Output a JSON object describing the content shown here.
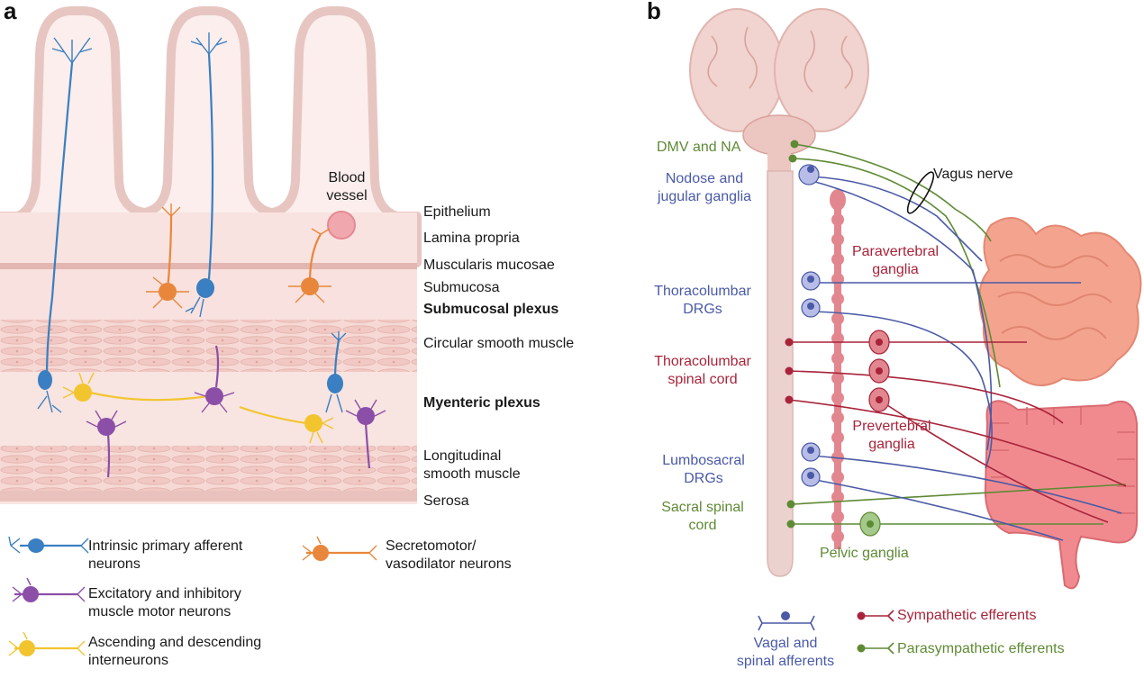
{
  "panels": {
    "a": "a",
    "b": "b"
  },
  "panel_a": {
    "blood_vessel": [
      "Blood",
      "vessel"
    ],
    "layers": {
      "epithelium": "Epithelium",
      "lamina_propria": "Lamina propria",
      "muscularis_mucosae": "Muscularis mucosae",
      "submucosa": "Submucosa",
      "submucosal_plexus": "Submucosal plexus",
      "circular_smooth_muscle": "Circular smooth muscle",
      "myenteric_plexus": "Myenteric plexus",
      "longitudinal_smooth_muscle": [
        "Longitudinal",
        "smooth muscle"
      ],
      "serosa": "Serosa"
    },
    "legend": {
      "ipan": [
        "Intrinsic primary afferent",
        "neurons"
      ],
      "motor": [
        "Excitatory and inhibitory",
        "muscle motor neurons"
      ],
      "inter": [
        "Ascending and descending",
        "interneurons"
      ],
      "secreto": [
        "Secretomotor/",
        "vasodilator neurons"
      ]
    },
    "colors": {
      "ipan": "#3a7fc1",
      "motor": "#8b4fa8",
      "inter": "#f2c52f",
      "secreto": "#e8873b",
      "tissue": "#f9e3e1"
    }
  },
  "panel_b": {
    "dmv_na": "DMV and NA",
    "nodose": [
      "Nodose and",
      "jugular ganglia"
    ],
    "vagus_nerve": "Vagus nerve",
    "paravertebral": [
      "Paravertebral",
      "ganglia"
    ],
    "thoracolumbar_drgs": [
      "Thoracolumbar",
      "DRGs"
    ],
    "thoracolumbar_cord": [
      "Thoracolumbar",
      "spinal cord"
    ],
    "prevertebral": [
      "Prevertebral",
      "ganglia"
    ],
    "lumbosacral_drgs": [
      "Lumbosacral",
      "DRGs"
    ],
    "sacral_cord": [
      "Sacral spinal",
      "cord"
    ],
    "pelvic_ganglia": "Pelvic ganglia",
    "legend": {
      "afferents": [
        "Vagal and",
        "spinal afferents"
      ],
      "sympathetic": "Sympathetic efferents",
      "parasympathetic": "Parasympathetic efferents"
    },
    "colors": {
      "afferent": "#4a5aa6",
      "sympathetic": "#a8243a",
      "parasympathetic": "#5f8a35",
      "brain": "#f1d3cf",
      "gut": "#f4a38f"
    }
  }
}
